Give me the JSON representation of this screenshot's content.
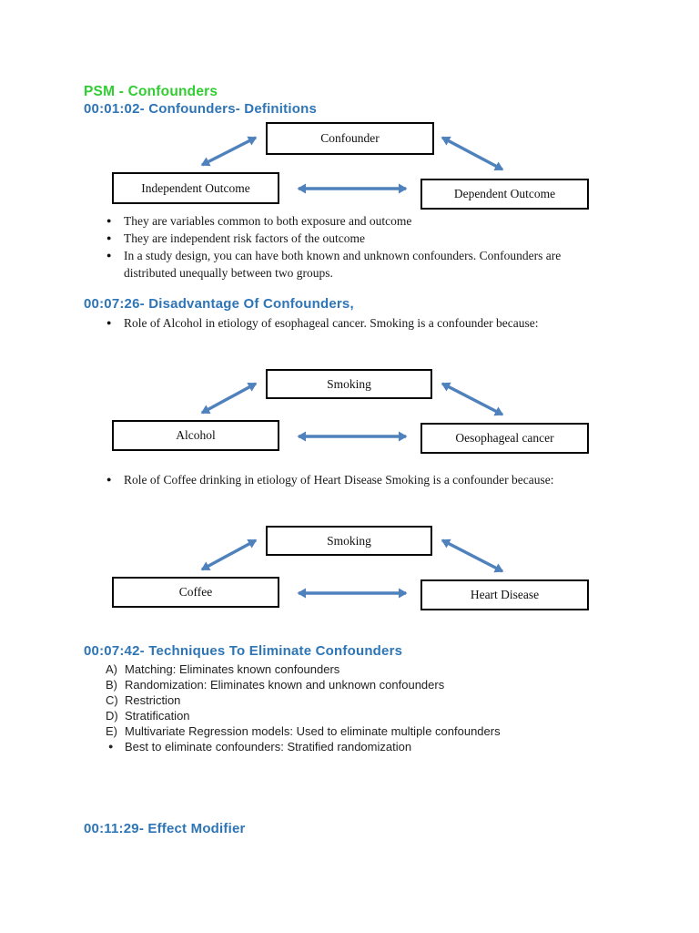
{
  "header": {
    "title": "PSM - Confounders",
    "title_color": "#32cd32"
  },
  "colors": {
    "heading_blue": "#2e75b6",
    "arrow_blue": "#4f81bd",
    "box_border": "#050505",
    "body_text": "#181818"
  },
  "icons": {
    "bullet": "●"
  },
  "sections": {
    "definitions": {
      "heading": "00:01:02- Confounders- Definitions",
      "bullets": [
        "They are variables common to both exposure and outcome",
        "They are independent risk factors of the outcome",
        "In a study design, you can have both known and unknown confounders. Confounders are distributed unequally between two groups."
      ]
    },
    "disadvantage": {
      "heading": "00:07:26- Disadvantage Of Confounders,",
      "bullet_alcohol": "Role of Alcohol in etiology of esophageal cancer. Smoking is a confounder because:",
      "bullet_coffee": "Role of Coffee drinking in etiology of Heart Disease Smoking is a confounder because:"
    },
    "techniques": {
      "heading": "00:07:42- Techniques To Eliminate Confounders",
      "items": [
        {
          "marker": "A)",
          "text": "Matching: Eliminates known confounders"
        },
        {
          "marker": "B)",
          "text": "Randomization: Eliminates known and unknown confounders"
        },
        {
          "marker": "C)",
          "text": "Restriction"
        },
        {
          "marker": "D)",
          "text": "Stratification"
        },
        {
          "marker": "E)",
          "text": "Multivariate Regression models: Used to eliminate multiple confounders"
        }
      ],
      "bullet": "Best to eliminate confounders: Stratified randomization"
    },
    "effect_modifier": {
      "heading": "00:11:29- Effect Modifier"
    }
  },
  "diagrams": [
    {
      "top": "Confounder",
      "left": "Independent Outcome",
      "right": "Dependent Outcome"
    },
    {
      "top": "Smoking",
      "left": "Alcohol",
      "right": "Oesophageal cancer"
    },
    {
      "top": "Smoking",
      "left": "Coffee",
      "right": "Heart Disease"
    }
  ]
}
